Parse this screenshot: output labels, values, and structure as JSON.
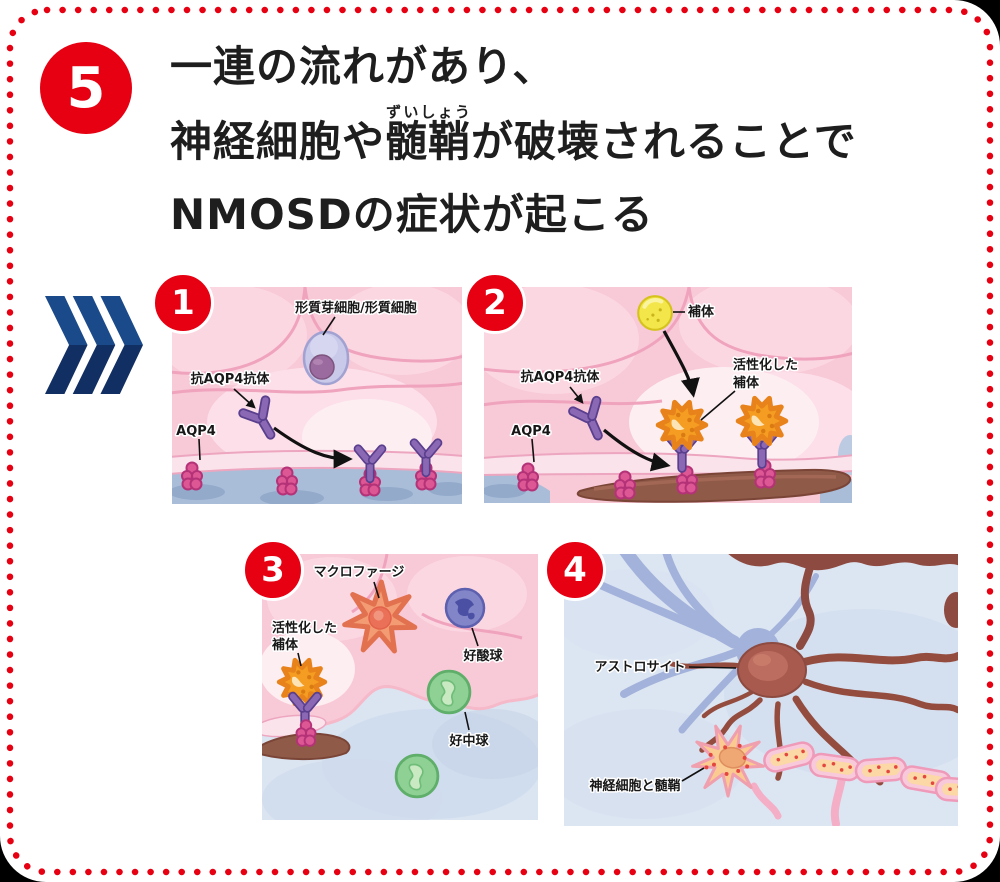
{
  "colors": {
    "accent_red": "#e60012",
    "chevron_blue_top": "#1b4a8a",
    "chevron_blue_bottom": "#122f63",
    "title_text": "#1e1e1e",
    "tissue_pink": "#f8c9d7",
    "activated_complement_orange": "#f59d22",
    "complement_yellow": "#f3e64a",
    "antibody_purple": "#8a68b4",
    "aqp4_magenta": "#dd5795"
  },
  "header": {
    "badge": "5",
    "line1": "一連の流れがあり、",
    "line2_pre": "神経細胞や",
    "line2_ruby_base": "髄鞘",
    "line2_ruby_text": "ずいしょう",
    "line2_post": "が破壊されることで",
    "line3": "NMOSDの症状が起こる"
  },
  "chevron_icon": "triple-chevron-right",
  "panels": {
    "p1": {
      "number": "1",
      "label_plasma": "形質芽細胞/形質細胞",
      "label_antibody": "抗AQP4抗体",
      "label_aqp4": "AQP4"
    },
    "p2": {
      "number": "2",
      "label_complement": "補体",
      "label_activated_line1": "活性化した",
      "label_activated_line2": "補体",
      "label_antibody": "抗AQP4抗体",
      "label_aqp4": "AQP4"
    },
    "p3": {
      "number": "3",
      "label_macrophage": "マクロファージ",
      "label_activated_line1": "活性化した",
      "label_activated_line2": "補体",
      "label_eosinophil": "好酸球",
      "label_neutrophil": "好中球"
    },
    "p4": {
      "number": "4",
      "label_astrocyte": "アストロサイト",
      "label_neuron": "神経細胞と髄鞘"
    }
  }
}
